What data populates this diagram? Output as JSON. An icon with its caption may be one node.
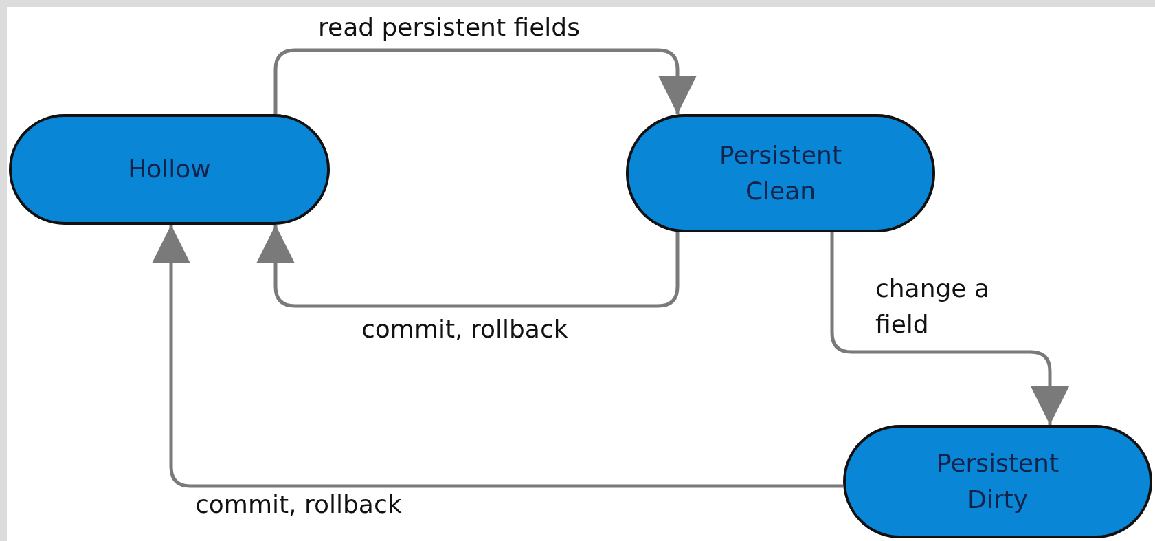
{
  "diagram": {
    "nodes": [
      {
        "text": [
          "Hollow"
        ]
      },
      {
        "text": [
          "Persistent Clean"
        ]
      },
      {
        "text": [
          "Persistent Dirty"
        ]
      }
    ],
    "edges": [
      {
        "from": 0,
        "to": 1,
        "arrow": "to",
        "label": "read persistent fields"
      },
      {
        "from": 1,
        "to": 0,
        "arrow": "to",
        "label": "commit, rollback"
      },
      {
        "from": 1,
        "to": 2,
        "arrow": "to",
        "label": "change a field"
      },
      {
        "from": 2,
        "to": 0,
        "arrow": "to",
        "label": "commit, rollback"
      }
    ]
  }
}
